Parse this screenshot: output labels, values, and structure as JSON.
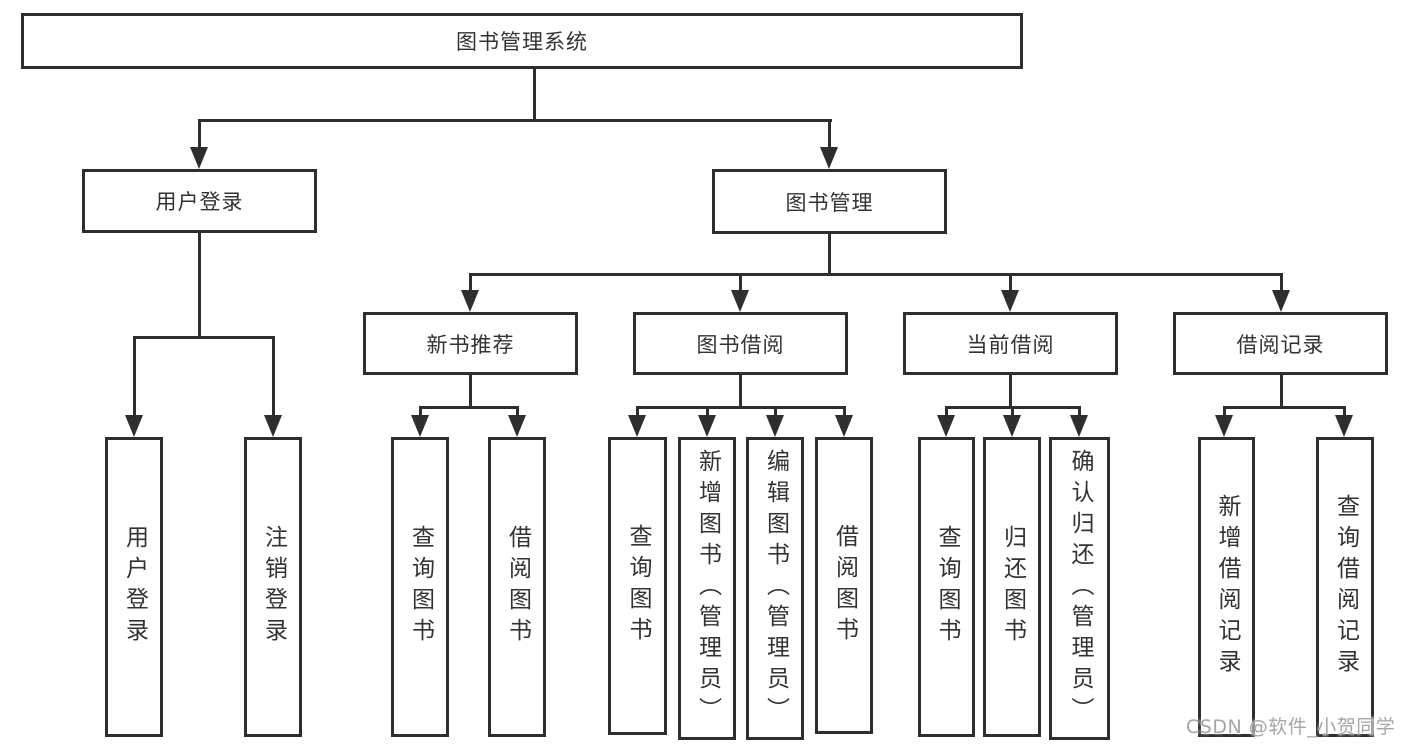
{
  "diagram": {
    "type": "feature-tree",
    "tree": {
      "label": "图书管理系统",
      "children": [
        {
          "label": "用户登录",
          "children": [
            {
              "label": "用户登录"
            },
            {
              "label": "注销登录"
            }
          ]
        },
        {
          "label": "图书管理",
          "children": [
            {
              "label": "新书推荐",
              "children": [
                {
                  "label": "查询图书"
                },
                {
                  "label": "借阅图书"
                }
              ]
            },
            {
              "label": "图书借阅",
              "children": [
                {
                  "label": "查询图书"
                },
                {
                  "label": "新增图书（管理员）"
                },
                {
                  "label": "编辑图书（管理员）"
                },
                {
                  "label": "借阅图书"
                }
              ]
            },
            {
              "label": "当前借阅",
              "children": [
                {
                  "label": "查询图书"
                },
                {
                  "label": "归还图书"
                },
                {
                  "label": "确认归还（管理员）"
                }
              ]
            },
            {
              "label": "借阅记录",
              "children": [
                {
                  "label": "新增借阅记录"
                },
                {
                  "label": "查询借阅记录"
                }
              ]
            }
          ]
        }
      ]
    },
    "colors": {
      "line": "#2e2e2e",
      "text": "#333333",
      "background": "#ffffff",
      "watermark": "#a6a6a6"
    }
  },
  "watermark": {
    "text": "CSDN @软件_小贺同学"
  }
}
